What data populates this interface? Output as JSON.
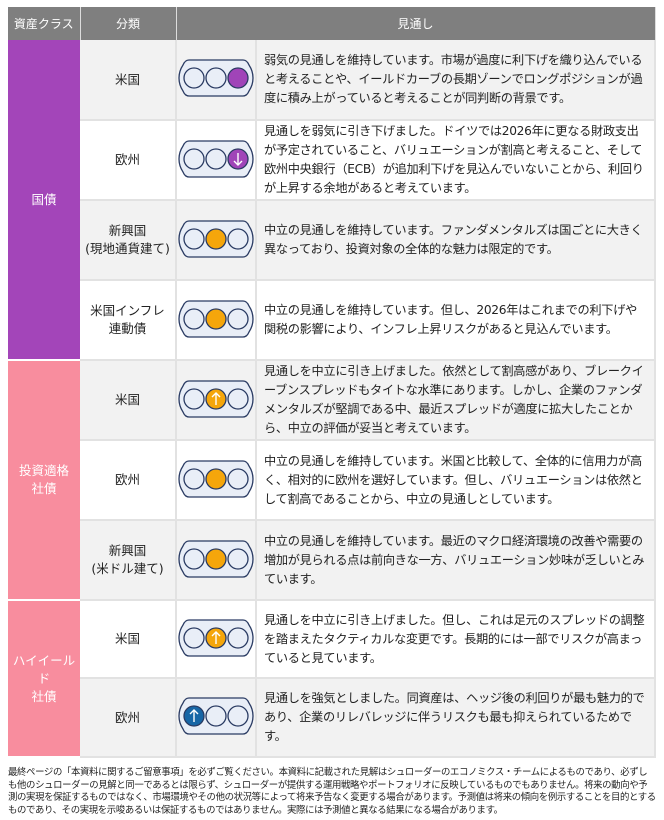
{
  "header": {
    "asset_class": "資産クラス",
    "category": "分類",
    "outlook": "見通し"
  },
  "colors": {
    "govt": "#a345b9",
    "credit": "#f88d9e",
    "bearish": "#a044b8",
    "neutral": "#f5a60b",
    "bullish": "#1766a6"
  },
  "groups": [
    {
      "label": "国債",
      "color": "#a345b9",
      "rows": [
        {
          "category": "米国",
          "signal": {
            "position": 2,
            "color": "#a044b8",
            "arrow": "none"
          },
          "text": "弱気の見通しを維持しています。市場が過度に利下げを織り込んでいると考えることや、イールドカーブの長期ゾーンでロングポジションが過度に積み上がっていると考えることが同判断の背景です。"
        },
        {
          "category": "欧州",
          "signal": {
            "position": 2,
            "color": "#a044b8",
            "arrow": "down"
          },
          "text": "見通しを弱気に引き下げました。ドイツでは2026年に更なる財政支出が予定されていること、バリュエーションが割高と考えること、そして欧州中央銀行（ECB）が追加利下げを見込んでいないことから、利回りが上昇する余地があると考えています。"
        },
        {
          "category": "新興国\n(現地通貨建て)",
          "signal": {
            "position": 1,
            "color": "#f5a60b",
            "arrow": "none"
          },
          "text": "中立の見通しを維持しています。ファンダメンタルズは国ごとに大きく異なっており、投資対象の全体的な魅力は限定的です。"
        },
        {
          "category": "米国インフレ\n連動債",
          "signal": {
            "position": 1,
            "color": "#f5a60b",
            "arrow": "none"
          },
          "text": "中立の見通しを維持しています。但し、2026年はこれまでの利下げや関税の影響により、インフレ上昇リスクがあると見込んでいます。"
        }
      ]
    },
    {
      "label": "投資適格\n社債",
      "color": "#f88d9e",
      "rows": [
        {
          "category": "米国",
          "signal": {
            "position": 1,
            "color": "#f5a60b",
            "arrow": "up"
          },
          "text": "見通しを中立に引き上げました。依然として割高感があり、ブレークイーブンスプレッドもタイトな水準にあります。しかし、企業のファンダメンタルズが堅調である中、最近スプレッドが適度に拡大したことから、中立の評価が妥当と考えています。"
        },
        {
          "category": "欧州",
          "signal": {
            "position": 1,
            "color": "#f5a60b",
            "arrow": "none"
          },
          "text": "中立の見通しを維持しています。米国と比較して、全体的に信用力が高く、相対的に欧州を選好しています。但し、バリュエーションは依然として割高であることから、中立の見通しとしています。"
        },
        {
          "category": "新興国\n(米ドル建て)",
          "signal": {
            "position": 1,
            "color": "#f5a60b",
            "arrow": "none"
          },
          "text": "中立の見通しを維持しています。最近のマクロ経済環境の改善や需要の増加が見られる点は前向きな一方、バリュエーション妙味が乏しいとみています。"
        }
      ]
    },
    {
      "label": "ハイイールド\n社債",
      "color": "#f88d9e",
      "rows": [
        {
          "category": "米国",
          "signal": {
            "position": 1,
            "color": "#f5a60b",
            "arrow": "up"
          },
          "text": "見通しを中立に引き上げました。但し、これは足元のスプレッドの調整を踏まえたタクティカルな変更です。長期的には一部でリスクが高まっていると見ています。"
        },
        {
          "category": "欧州",
          "signal": {
            "position": 0,
            "color": "#1766a6",
            "arrow": "up"
          },
          "text": "見通しを強気としました。同資産は、ヘッジ後の利回りが最も魅力的であり、企業のリレバレッジに伴うリスクも最も抑えられているためです。"
        }
      ]
    }
  ],
  "footer": "最終ページの「本資料に関するご留意事項」を必ずご覧ください。本資料に記載された見解はシュローダーのエコノミクス・チームによるものであり、必ずしも他のシュローダーの見解と同一であるとは限らず、シュローダーが提供する運用戦略やポートフォリオに反映しているものでもありません。将来の動向や予測の実現を保証するものではなく、市場環境やその他の状況等によって将来予告なく変更する場合があります。予測値は将来の傾向を例示することを目的とするものであり、その実現を示唆あるいは保証するものではありません。実際には予測値と異なる結果になる場合があります。"
}
